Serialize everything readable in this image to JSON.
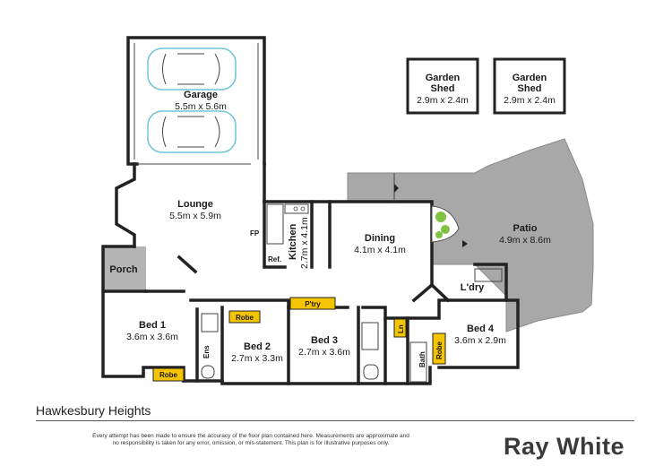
{
  "rooms": {
    "garage": {
      "name": "Garage",
      "dims": "5.5m x 5.6m"
    },
    "lounge": {
      "name": "Lounge",
      "dims": "5.5m x 5.9m"
    },
    "kitchen": {
      "name": "Kitchen",
      "dims": "2.7m x 4.1m"
    },
    "dining": {
      "name": "Dining",
      "dims": "4.1m x 4.1m"
    },
    "patio": {
      "name": "Patio",
      "dims": "4.9m x 8.6m"
    },
    "porch": {
      "name": "Porch"
    },
    "laundry": {
      "name": "L'dry"
    },
    "bed1": {
      "name": "Bed 1",
      "dims": "3.6m x 3.6m"
    },
    "bed2": {
      "name": "Bed 2",
      "dims": "2.7m x 3.3m"
    },
    "bed3": {
      "name": "Bed 3",
      "dims": "2.7m x 3.6m"
    },
    "bed4": {
      "name": "Bed 4",
      "dims": "3.6m x 2.9m"
    },
    "shed1": {
      "name_line1": "Garden",
      "name_line2": "Shed",
      "dims": "2.9m x 2.4m"
    },
    "shed2": {
      "name_line1": "Garden",
      "name_line2": "Shed",
      "dims": "2.9m x 2.4m"
    }
  },
  "fixtures": {
    "fp": "FP",
    "ref": "Ref.",
    "ens": "Ens",
    "bath": "Bath",
    "ln": "Ln",
    "pantry": "P'try",
    "robe": "Robe"
  },
  "colors": {
    "robe_fill": "#f5c400",
    "patio_fill": "#a8a8a8",
    "porch_fill": "#b4b4b4",
    "wall": "#222222",
    "plant": "#7fc242"
  },
  "footer": {
    "address": "Hawkesbury Heights",
    "disclaimer": "Every attempt has been made to ensure the accuracy of the floor plan contained here. Measurements are approximate and no responsibility is taken for any error, omission, or mis-statement. This plan is for illustrative purposes only.",
    "brand": "Ray White"
  }
}
